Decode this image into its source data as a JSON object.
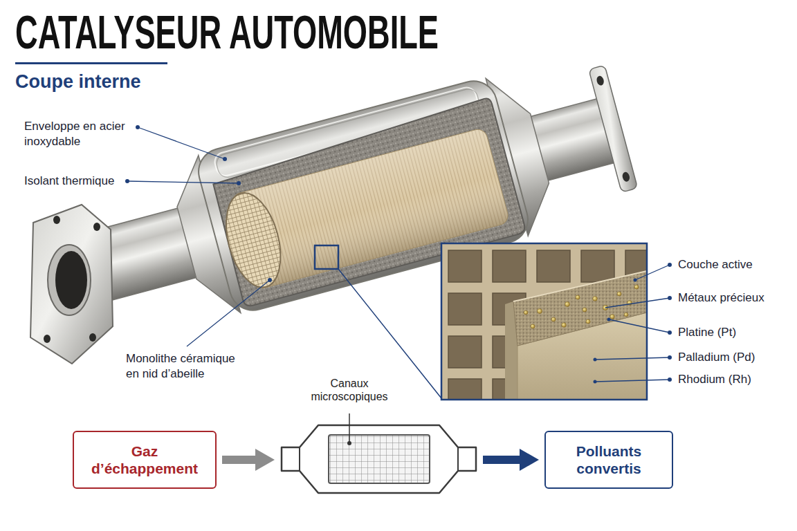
{
  "diagram": {
    "title": "CATALYSEUR AUTOMOBILE",
    "nodes": [
      {
        "text": [
          "Gaz d’échappement"
        ]
      },
      {
        "text": [
          "Canaux microscopiques"
        ]
      },
      {
        "text": [
          "Polluants convertis"
        ]
      }
    ],
    "edges": [
      {
        "from": 0,
        "to": 1,
        "arrow": "to"
      },
      {
        "from": 1,
        "to": 2,
        "arrow": "to"
      }
    ],
    "labels": [
      "Coupe interne",
      "Enveloppe en acier inoxydable",
      "Isolant thermique",
      "Monolithe céramique en nid d’abeille",
      "Couche active",
      "Métaux précieux",
      "Platine (Pt)",
      "Palladium (Pd)",
      "Rhodium (Rh)"
    ]
  }
}
